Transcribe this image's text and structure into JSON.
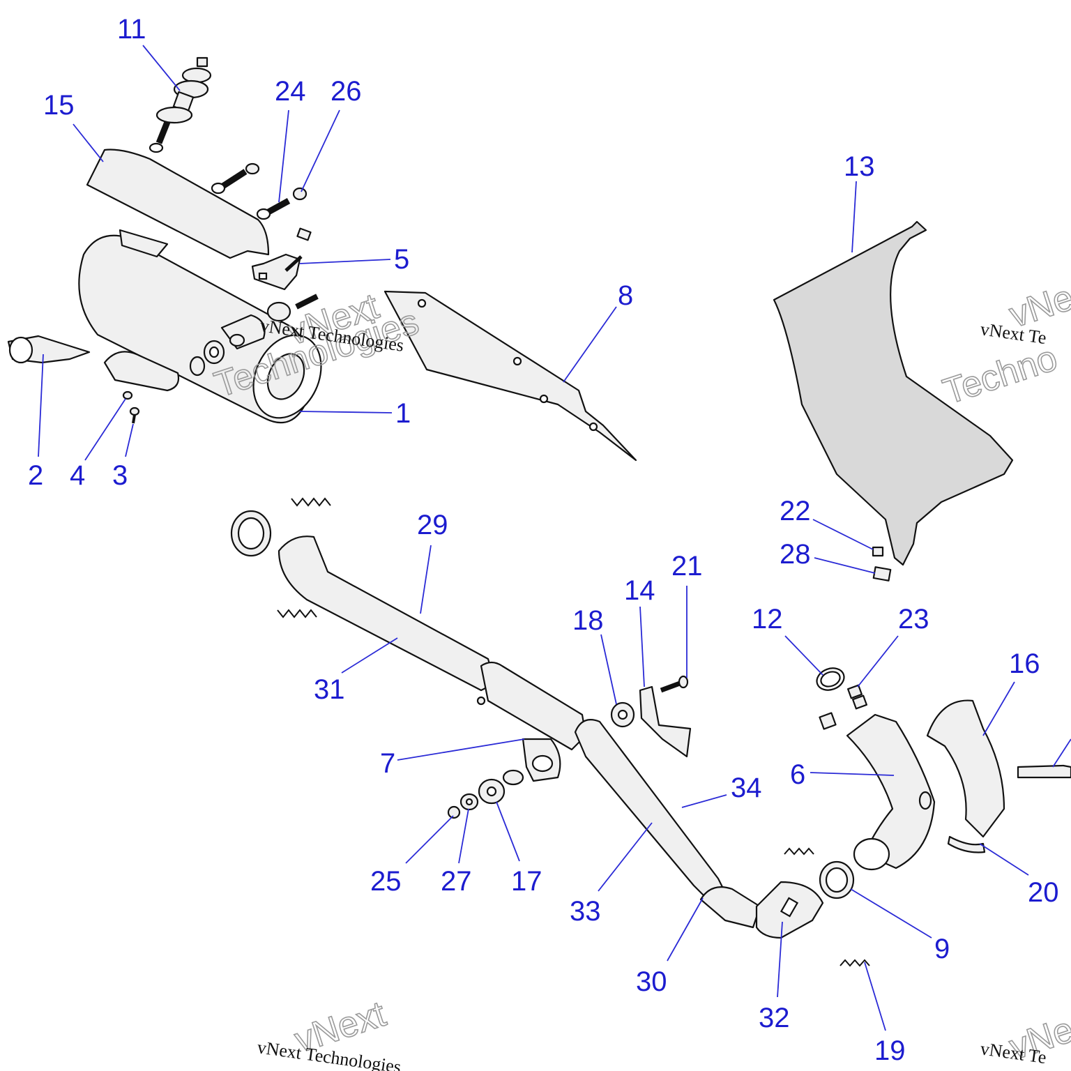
{
  "callouts": {
    "c1": "1",
    "c2": "2",
    "c3": "3",
    "c4": "4",
    "c5": "5",
    "c6": "6",
    "c7": "7",
    "c8": "8",
    "c9": "9",
    "c11": "11",
    "c12": "12",
    "c13": "13",
    "c14": "14",
    "c15": "15",
    "c16": "16",
    "c17": "17",
    "c18": "18",
    "c19": "19",
    "c20": "20",
    "c21": "21",
    "c22": "22",
    "c23": "23",
    "c24": "24",
    "c25": "25",
    "c26": "26",
    "c27": "27",
    "c28": "28",
    "c29": "29",
    "c30": "30",
    "c31": "31",
    "c32": "32",
    "c33": "33",
    "c34": "34"
  },
  "watermark": {
    "line_small": "vNext Technologies",
    "word_top": "vNext",
    "word_bottom": "Technologies",
    "partial_small": "vNext Te",
    "partial_top": "vNe",
    "partial_bottom": "Techno"
  },
  "colors": {
    "callout": "#1c1ccf",
    "leader": "#2a2ad6",
    "outline": "#111111",
    "fill": "#f0f0f0"
  }
}
